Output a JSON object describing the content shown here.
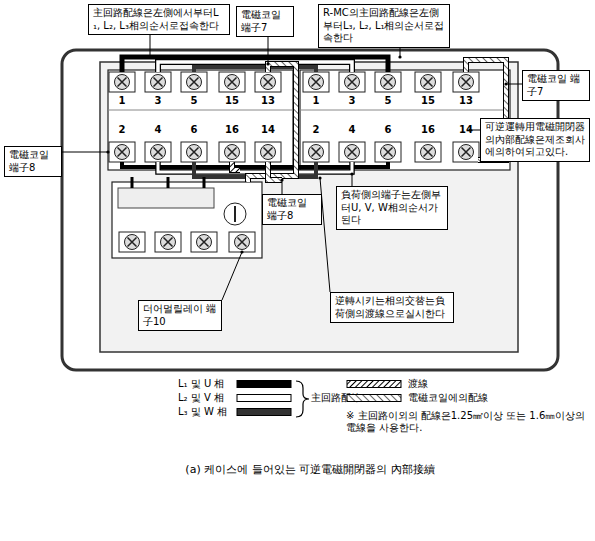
{
  "diagram": {
    "caption": "(a) 케이스에 들어있는 可逆電磁開閉器의 內部接續",
    "nodes": [
      {
        "text": [
          "主回路配線은左側에서부터L₁, L₂, L₃相의순서로접속한다"
        ]
      },
      {
        "text": [
          "電磁코일 端子7"
        ]
      },
      {
        "text": [
          "R-MC의主回路配線은左側부터L₃, L₂, L₁相의순서로접속한다"
        ]
      },
      {
        "text": [
          "電磁코일 端子7"
        ]
      },
      {
        "text": [
          "可逆運轉用電磁開閉器의內部配線은제조회사에의하여되고있다."
        ]
      },
      {
        "text": [
          "電磁코일 端子8"
        ]
      },
      {
        "text": [
          "電磁코일 端子8"
        ]
      },
      {
        "text": [
          "負荷側의端子는左側부터U, V, W相의순서가된다"
        ]
      },
      {
        "text": [
          "더어멀릴레이 端子10"
        ]
      },
      {
        "text": [
          "逆轉시키는相의交替는負荷側의渡線으로실시한다"
        ]
      }
    ],
    "labels": [
      "1",
      "3",
      "5",
      "15",
      "13",
      "2",
      "4",
      "6",
      "16",
      "14",
      "1",
      "3",
      "5",
      "15",
      "13",
      "2",
      "4",
      "6",
      "16",
      "14",
      "主回路配線",
      "※ 主回路이외의 配線은1.25㎟이상 또는 1.6㎜이상의 電線을 사용한다."
    ],
    "legend": [
      {
        "text": "L₁ 및 U 相"
      },
      {
        "text": "L₂ 및 V 相"
      },
      {
        "text": "L₃ 및 W 相"
      },
      {
        "text": "渡線"
      },
      {
        "text": "電磁코일에의配線"
      }
    ]
  }
}
